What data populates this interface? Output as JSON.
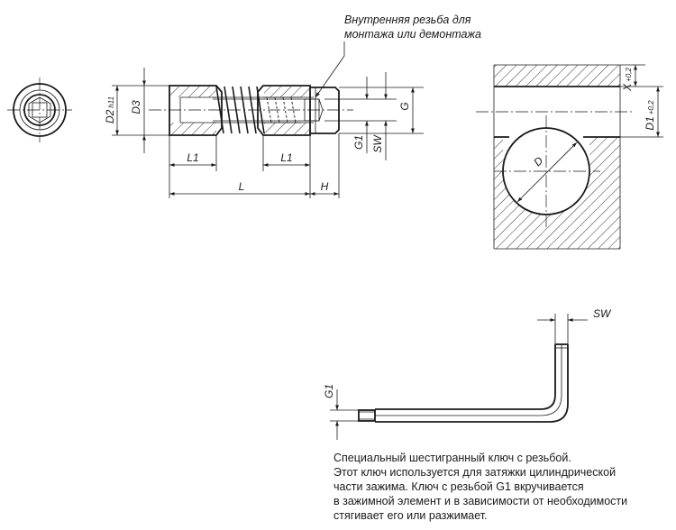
{
  "callout": {
    "line1": "Внутренняя резьба для",
    "line2": "монтажа или демонтажа"
  },
  "dims": {
    "d2": "D2",
    "d2_tol": "h11",
    "d3": "D3",
    "l1_left": "L1",
    "l1_right": "L1",
    "l": "L",
    "h": "H",
    "g1": "G1",
    "sw": "SW",
    "g": "G",
    "x": "X",
    "x_tol": "+0,2",
    "d1": "D1",
    "d1_tol": "+0,2",
    "d": "D",
    "key_sw": "SW",
    "key_g1": "G1"
  },
  "description": {
    "line1": "Специальный шестигранный ключ с резьбой.",
    "line2": "Этот ключ используется для затяжки цилиндрической",
    "line3": "части зажима. Ключ с резьбой G1 вкручивается",
    "line4": "в зажимной элемент и в зависимости от необходимости",
    "line5": "стягивает его или разжимает."
  }
}
